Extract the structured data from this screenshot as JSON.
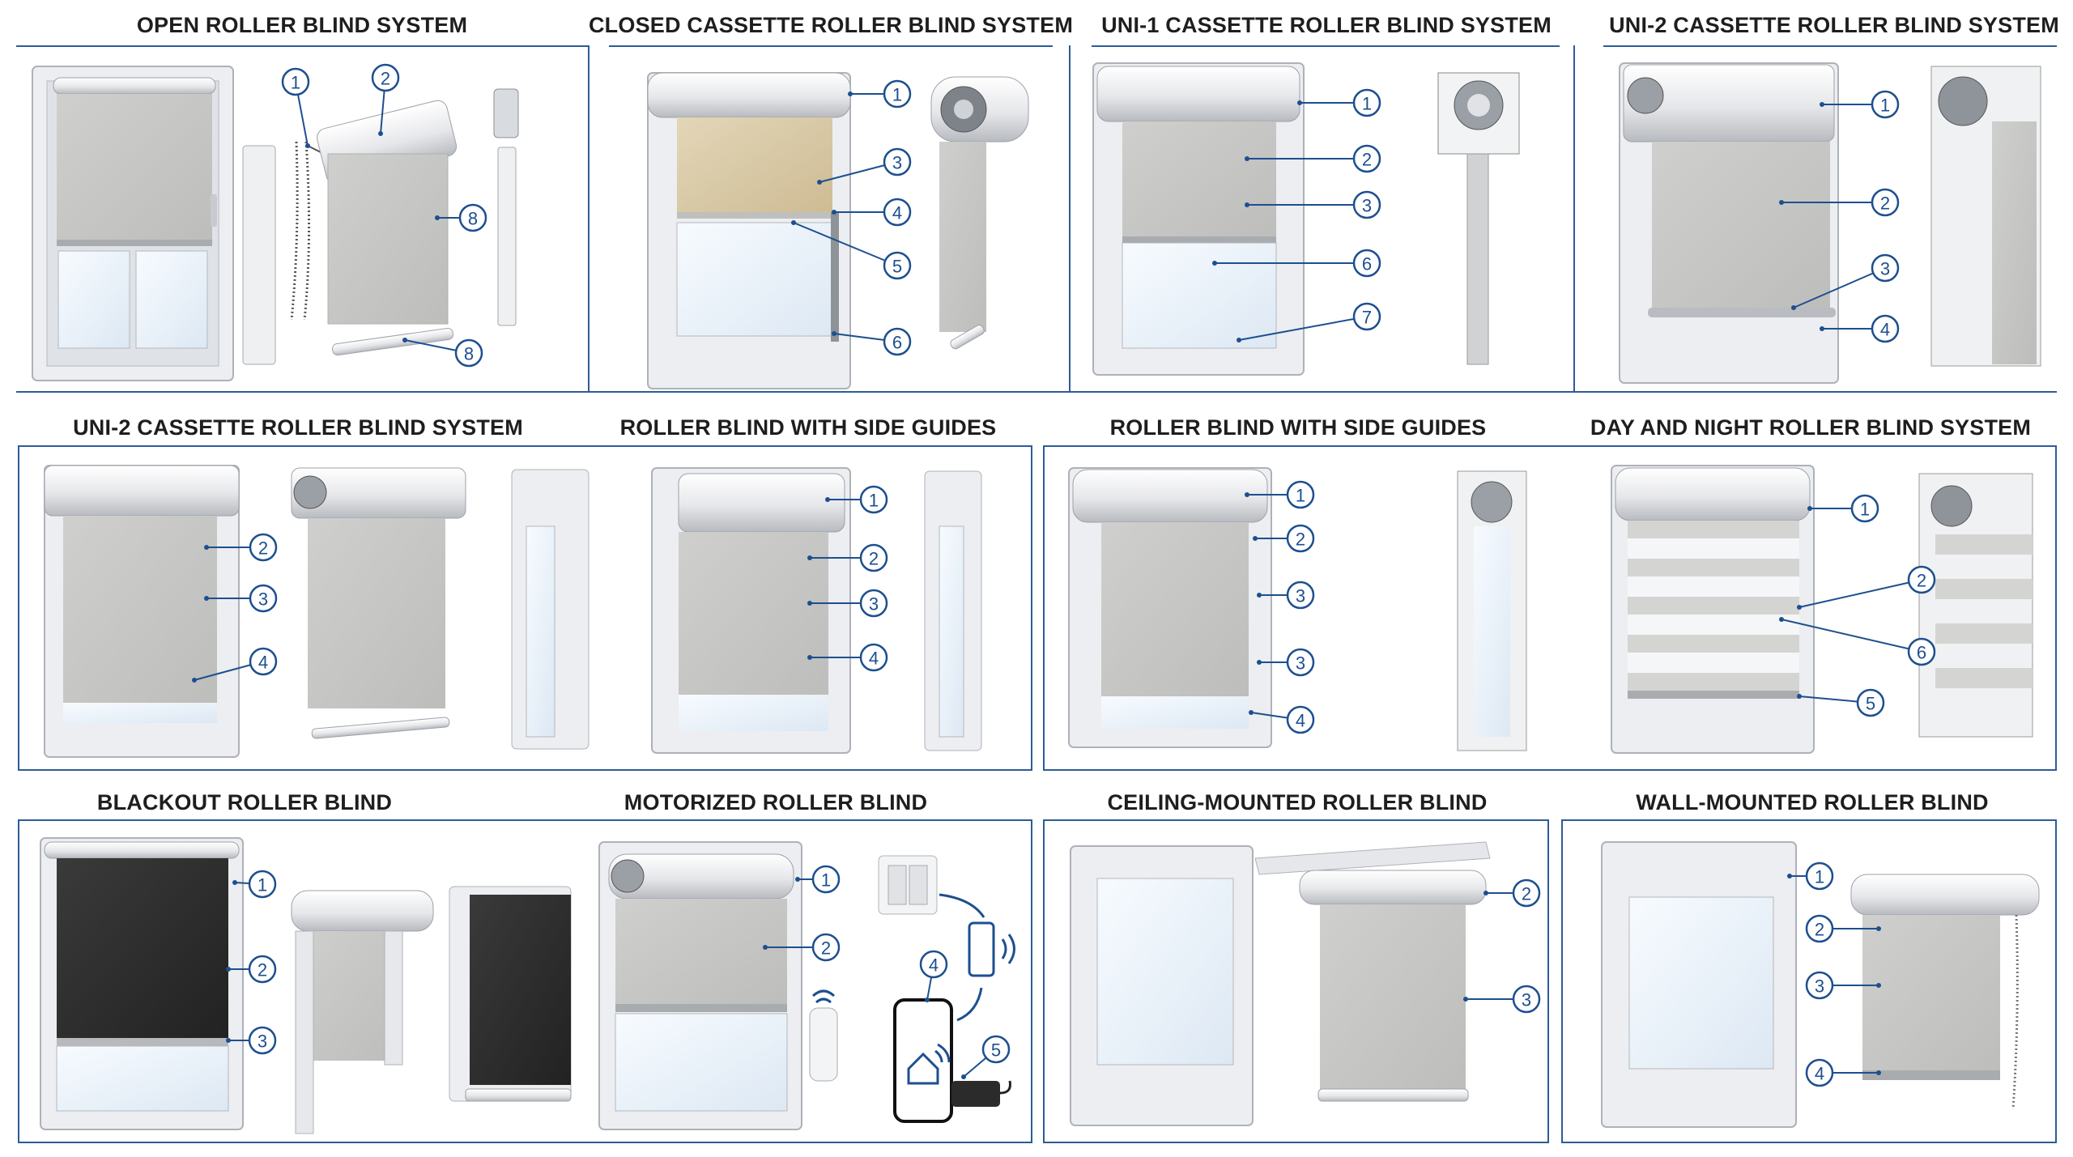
{
  "titles": {
    "open_roller": "OPEN ROLLER BLIND SYSTEM",
    "closed_cassette": "CLOSED CASSETTE ROLLER BLIND SYSTEM",
    "uni1_cassette": "UNI-1 CASSETTE ROLLER BLIND SYSTEM",
    "uni2_cassette_top": "UNI-2 CASSETTE ROLLER BLIND SYSTEM",
    "uni2_cassette_mid": "UNI-2 CASSETTE ROLLER BLIND SYSTEM",
    "side_guides_a": "ROLLER BLIND WITH SIDE GUIDES",
    "side_guides_b": "ROLLER BLIND WITH SIDE GUIDES",
    "day_night": "DAY AND NIGHT ROLLER BLIND SYSTEM",
    "blackout": "BLACKOUT ROLLER BLIND",
    "motorized": "MOTORIZED ROLLER BLIND",
    "ceiling_mounted": "CEILING-MOUNTED ROLLER BLIND",
    "wall_mounted": "WALL-MOUNTED ROLLER BLIND"
  },
  "colors": {
    "callout": "#1d4f8f",
    "frame": "#2d5c96",
    "fabric_grey": "#c9c9c7",
    "fabric_beige": "#d9c9a6",
    "fabric_dark": "#2e2e2e",
    "window_frame": "#ecedef",
    "glass": "#eef4fa"
  },
  "icons": [
    "wall-switch-icon",
    "battery-icon",
    "signal-waves-icon",
    "remote-control-icon",
    "smartphone-icon",
    "home-wifi-icon",
    "motor-controller-icon"
  ],
  "callouts": {
    "open_roller": [
      "1",
      "2",
      "8",
      "8"
    ],
    "closed_cassette": [
      "1",
      "3",
      "4",
      "5",
      "6"
    ],
    "uni1_cassette": [
      "1",
      "2",
      "3",
      "6",
      "7"
    ],
    "uni2_cassette_top": [
      "1",
      "2",
      "3",
      "4"
    ],
    "uni2_cassette_mid": [
      "2",
      "3",
      "4"
    ],
    "side_guides_a": [
      "1",
      "2",
      "3",
      "4"
    ],
    "side_guides_b": [
      "1",
      "2",
      "3",
      "3",
      "4"
    ],
    "day_night": [
      "1",
      "2",
      "6",
      "5"
    ],
    "blackout": [
      "1",
      "2",
      "3"
    ],
    "motorized": [
      "1",
      "2",
      "4",
      "5"
    ],
    "ceiling_mounted": [
      "2",
      "3"
    ],
    "wall_mounted": [
      "1",
      "2",
      "3",
      "4"
    ]
  }
}
